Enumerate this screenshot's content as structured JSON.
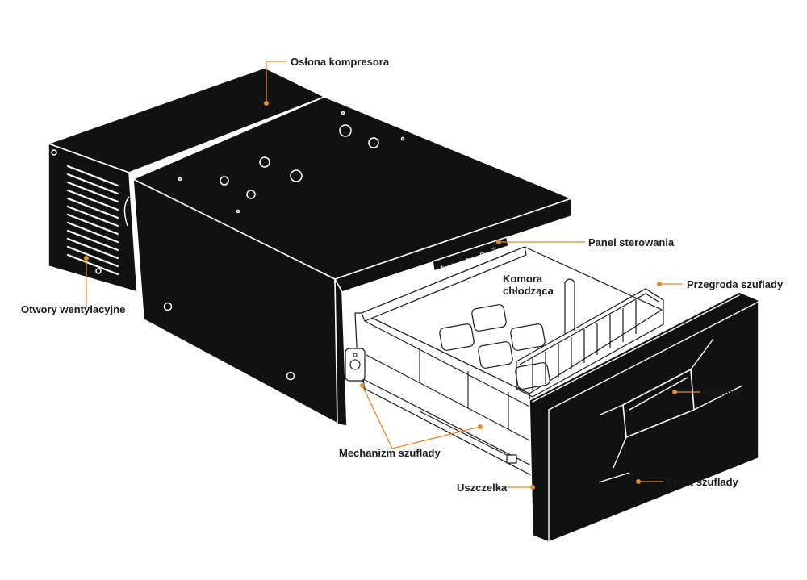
{
  "labels": {
    "compressor_cover": "Osłona kompresora",
    "control_panel": "Panel sterowania",
    "cooling_chamber_line1": "Komora",
    "cooling_chamber_line2": "chłodząca",
    "drawer_divider": "Przegroda szuflady",
    "vents": "Otwory wentylacyjne",
    "handle": "Klamka",
    "drawer_mechanism": "Mechanizm szuflady",
    "gasket": "Uszczelka",
    "drawer_front": "Front szuflady"
  },
  "control_panel_display": {
    "plus": "+",
    "minus": "−",
    "temperature": "-20",
    "gear": "⚙",
    "power": "⏻"
  },
  "colors": {
    "appliance_body": "#111111",
    "outline": "#ffffff",
    "leader_line": "#e8892a",
    "label_text": "#1a1a1a",
    "background": "#ffffff"
  }
}
